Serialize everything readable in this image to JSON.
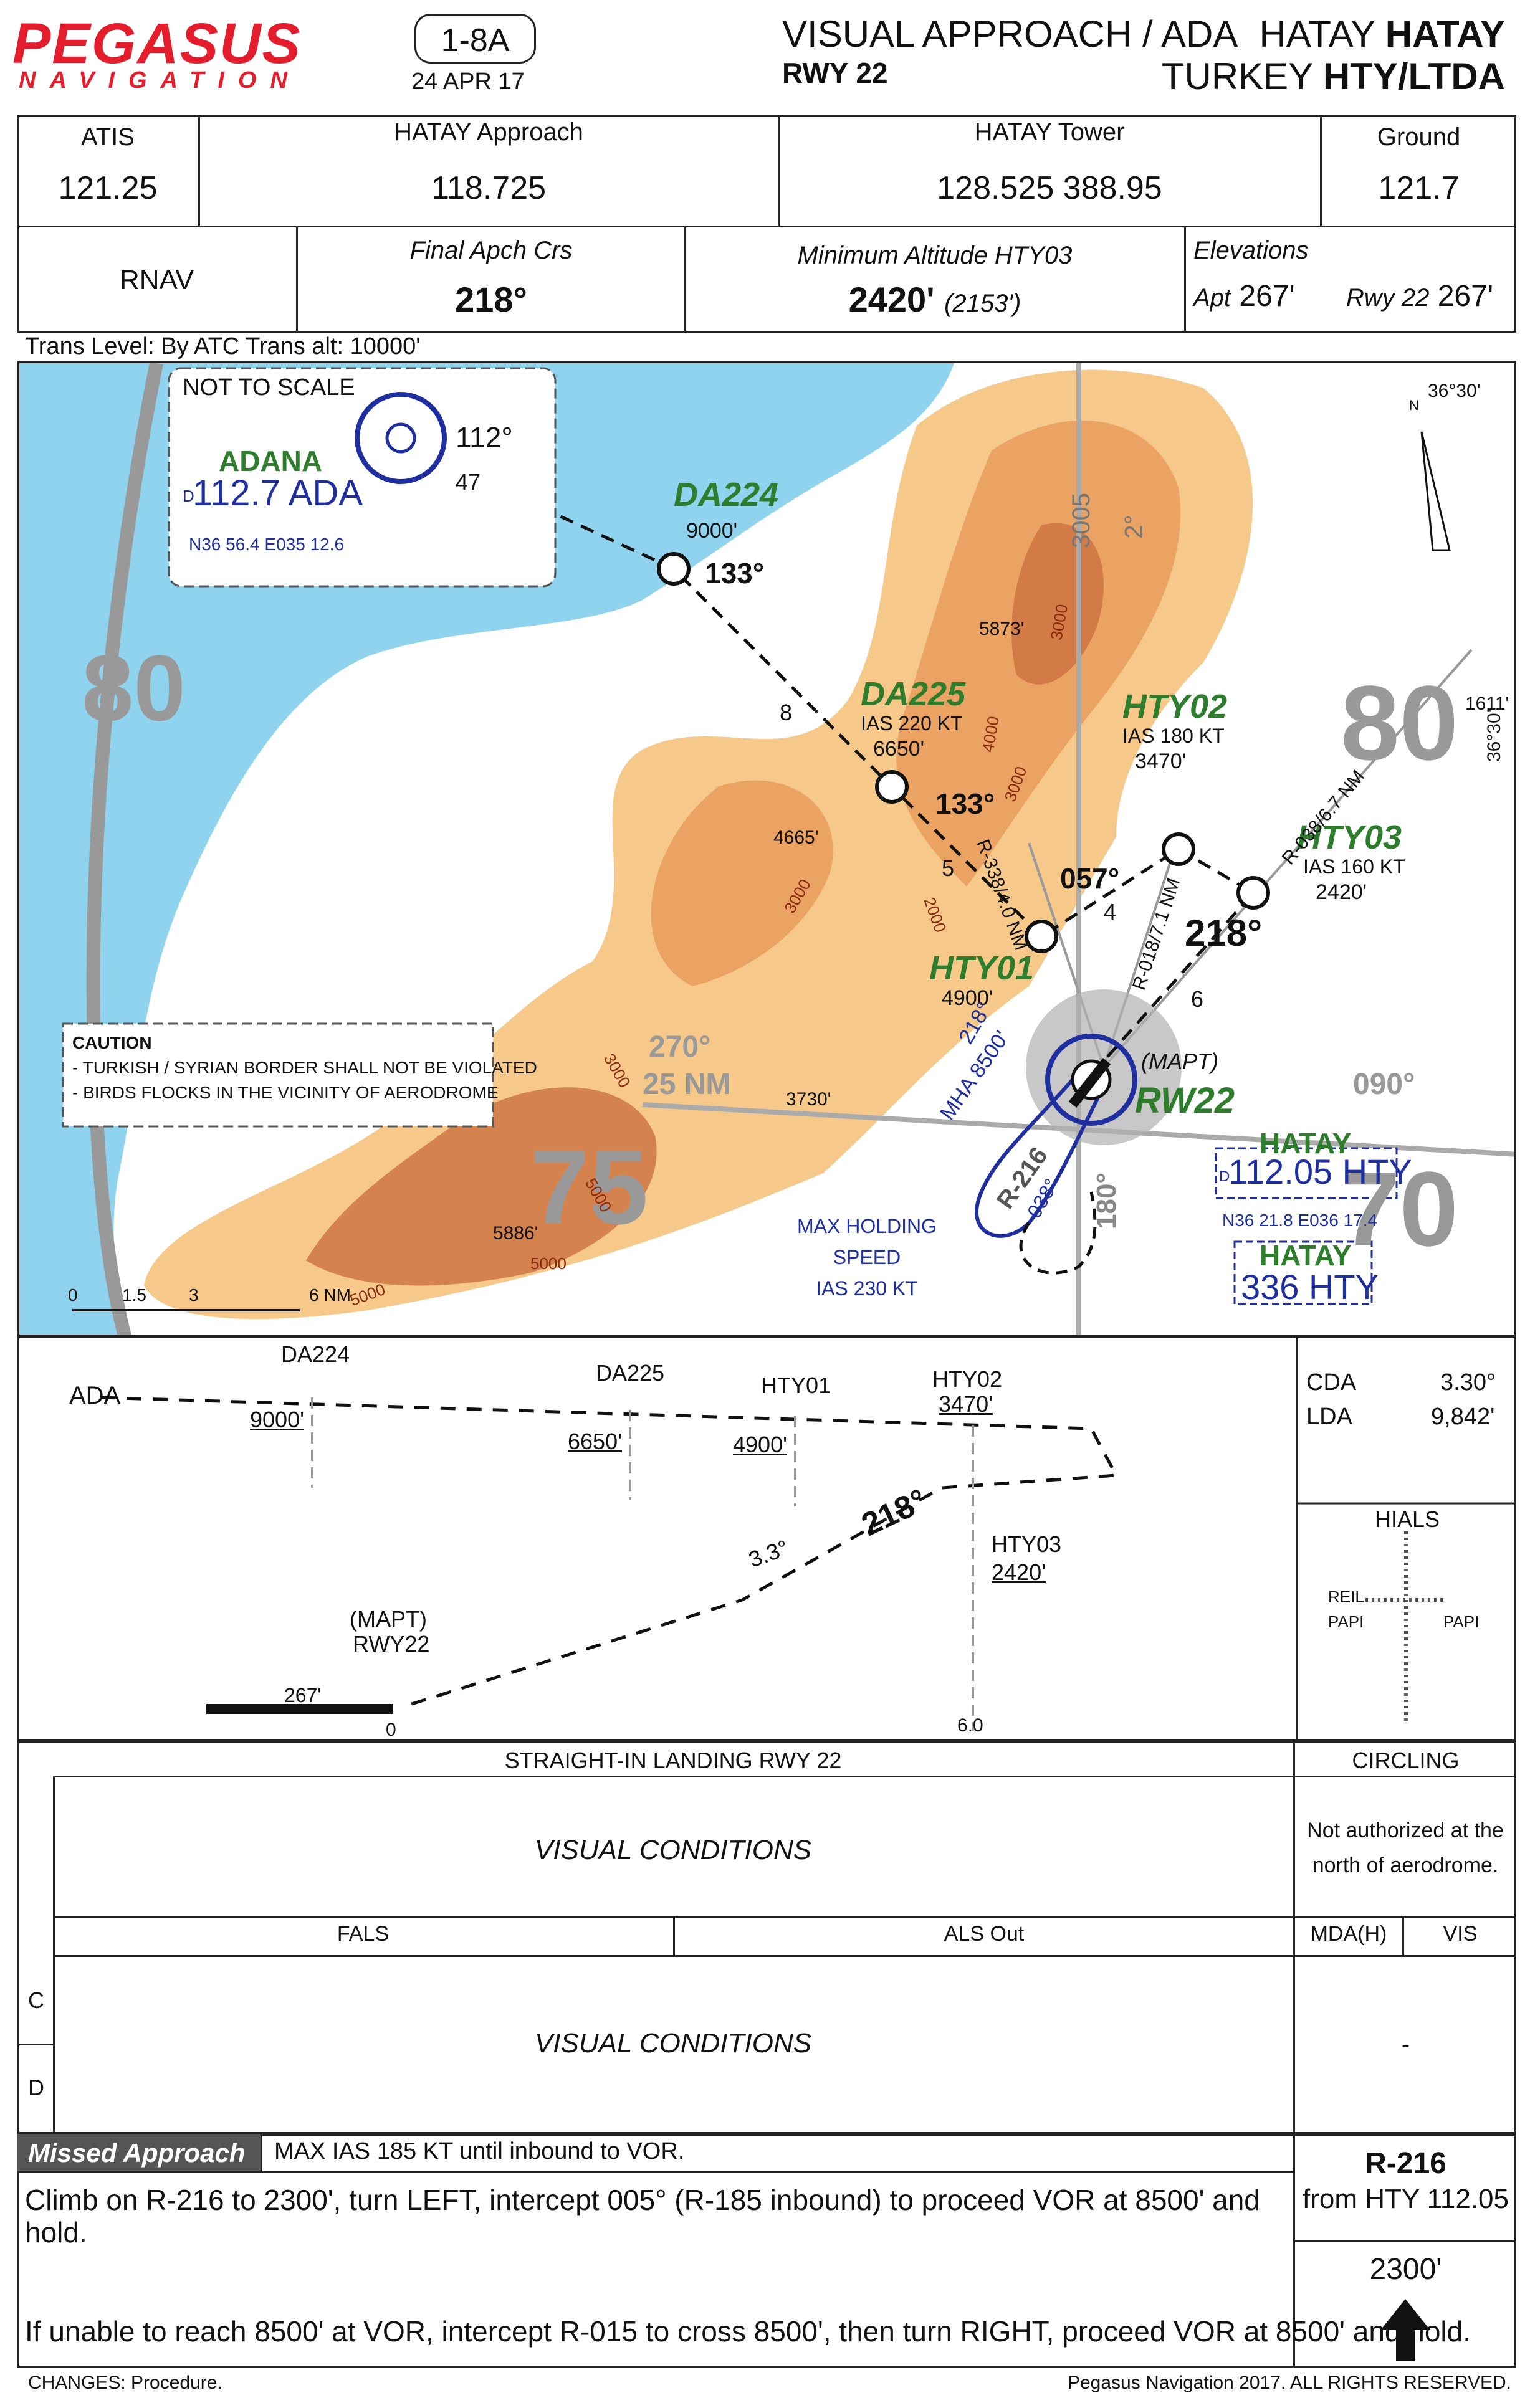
{
  "header": {
    "brand": "PEGASUS",
    "brand_sub": "NAVIGATION",
    "chart_code": "1-8A",
    "date": "24 APR 17",
    "title": "VISUAL APPROACH / ADA",
    "runway": "RWY 22",
    "city": "HATAY",
    "city_bold": "HATAY",
    "country": "TURKEY",
    "ident": "HTY/LTDA"
  },
  "comms": {
    "atis_label": "ATIS",
    "atis_value": "121.25",
    "approach_label": "HATAY  Approach",
    "approach_value": "118.725",
    "tower_label": "HATAY  Tower",
    "tower_value": "128.525   388.95",
    "ground_label": "Ground",
    "ground_value": "121.7"
  },
  "info": {
    "nav_type": "RNAV",
    "final_crs_label": "Final Apch Crs",
    "final_crs_value": "218°",
    "min_alt_label": "Minimum Altitude HTY03",
    "min_alt_value": "2420'",
    "min_alt_height": "(2153')",
    "elev_label": "Elevations",
    "apt_label": "Apt",
    "apt_value": "267'",
    "rwy_label": "Rwy 22",
    "rwy_value": "267'"
  },
  "trans": "Trans Level: By ATC    Trans alt: 10000'",
  "plan": {
    "not_to_scale": "NOT TO SCALE",
    "adana_name": "ADANA",
    "adana_d": "D",
    "adana_freq": "112.7 ADA",
    "adana_coord": "N36 56.4 E035 12.6",
    "crs_112": "112°",
    "dist_47": "47",
    "da224": "DA224",
    "da224_alt": "9000'",
    "crs_133a": "133°",
    "dist_8": "8",
    "da225": "DA225",
    "da225_ias": "IAS 220 KT",
    "da225_alt": "6650'",
    "crs_133b": "133°",
    "dist_5": "5",
    "hty01": "HTY01",
    "hty01_alt": "4900'",
    "crs_057": "057°",
    "dist_4": "4",
    "hty02": "HTY02",
    "hty02_ias": "IAS 180 KT",
    "hty02_alt": "3470'",
    "hty03": "HTY03",
    "hty03_ias": "IAS 160 KT",
    "hty03_alt": "2420'",
    "crs_218": "218°",
    "dist_6": "6",
    "r338": "R-338/4.0 NM",
    "r018": "R-018/7.1 NM",
    "r038": "R-038/6.7 NM",
    "mapt": "(MAPT)",
    "rw22": "RW22",
    "mha": "MHA 8500'",
    "hold_218": "218°",
    "hold_038": "038°",
    "r216": "R-216",
    "crs_180": "180°",
    "crs_090": "090°",
    "crs_270": "270°",
    "dist_25": "25 NM",
    "hatay_vor_name": "HATAY",
    "hatay_vor_d": "D",
    "hatay_vor_freq": "112.05 HTY",
    "hatay_vor_coord": "N36 21.8 E036 17.4",
    "hatay_ndb_name": "HATAY",
    "hatay_ndb_freq": "336 HTY",
    "max_hold1": "MAX HOLDING",
    "max_hold2": "SPEED",
    "max_hold3": "IAS 230 KT",
    "caution_title": "CAUTION",
    "caution_1": "- TURKISH / SYRIAN BORDER SHALL NOT BE VIOLATED",
    "caution_2": "- BIRDS FLOCKS IN THE VICINITY OF AERODROME",
    "spot_5873": "5873'",
    "spot_4665": "4665'",
    "spot_3730": "3730'",
    "spot_5886": "5886'",
    "spot_1611": "1611'",
    "contour_3000a": "3000",
    "contour_4000": "4000",
    "contour_3000b": "3000",
    "contour_2000": "2000",
    "contour_3000c": "3000",
    "contour_5000a": "5000",
    "contour_5000b": "5000",
    "contour_5000c": "5000",
    "contour_3000d": "3000",
    "lat": "36°30'",
    "lat2": "36°30'",
    "north": "N",
    "grid_80a": "80",
    "grid_80b": "80",
    "grid_75": "75",
    "grid_70": "70",
    "scale_0": "0",
    "scale_15": "1.5",
    "scale_3": "3",
    "scale_6": "6  NM",
    "bearing_3005": "3005",
    "bearing_012": "2°"
  },
  "profile": {
    "ada": "ADA",
    "da224": "DA224",
    "da224_alt": "9000'",
    "da225": "DA225",
    "da225_alt": "6650'",
    "hty01": "HTY01",
    "hty01_alt": "4900'",
    "hty02": "HTY02",
    "hty02_alt": "3470'",
    "hty03": "HTY03",
    "hty03_alt": "2420'",
    "crs_218": "218°",
    "glide": "3.3°",
    "mapt": "(MAPT)",
    "rwy22": "RWY22",
    "elev": "267'",
    "dist_0": "0",
    "dist_6": "6.0",
    "cda_label": "CDA",
    "cda_value": "3.30°",
    "lda_label": "LDA",
    "lda_value": "9,842'",
    "hials": "HIALS",
    "reil": "REIL",
    "papi_l": "PAPI",
    "papi_r": "PAPI"
  },
  "minima": {
    "straight_in": "STRAIGHT-IN LANDING RWY 22",
    "circling": "CIRCLING",
    "visual1": "VISUAL CONDITIONS",
    "circling_note": "Not authorized at the north of aerodrome.",
    "fals": "FALS",
    "als_out": "ALS Out",
    "mda": "MDA(H)",
    "vis": "VIS",
    "cat_c": "C",
    "cat_d": "D",
    "visual2": "VISUAL CONDITIONS",
    "dash": "-"
  },
  "missed": {
    "label": "Missed Approach",
    "speed": "MAX IAS 185 KT until inbound to VOR.",
    "text1": "Climb on R-216 to 2300', turn LEFT, intercept 005° (R-185 inbound) to proceed VOR at 8500' and hold.",
    "text2": "If unable to reach 8500' at VOR, intercept R-015 to cross 8500', then turn RIGHT, proceed VOR at 8500' and hold.",
    "radial": "R-216",
    "from": "from HTY 112.05",
    "alt": "2300'"
  },
  "footer": {
    "changes": "CHANGES: Procedure.",
    "copyright": "Pegasus Navigation 2017. ALL RIGHTS RESERVED."
  },
  "colors": {
    "brand_red": "#e31d2b",
    "sea_blue": "#8fd3ee",
    "terrain_light": "#f6c98a",
    "terrain_mid": "#eba363",
    "terrain_dark": "#c8693a",
    "fix_green": "#2d7d2d",
    "nav_blue": "#1f2fa0"
  }
}
